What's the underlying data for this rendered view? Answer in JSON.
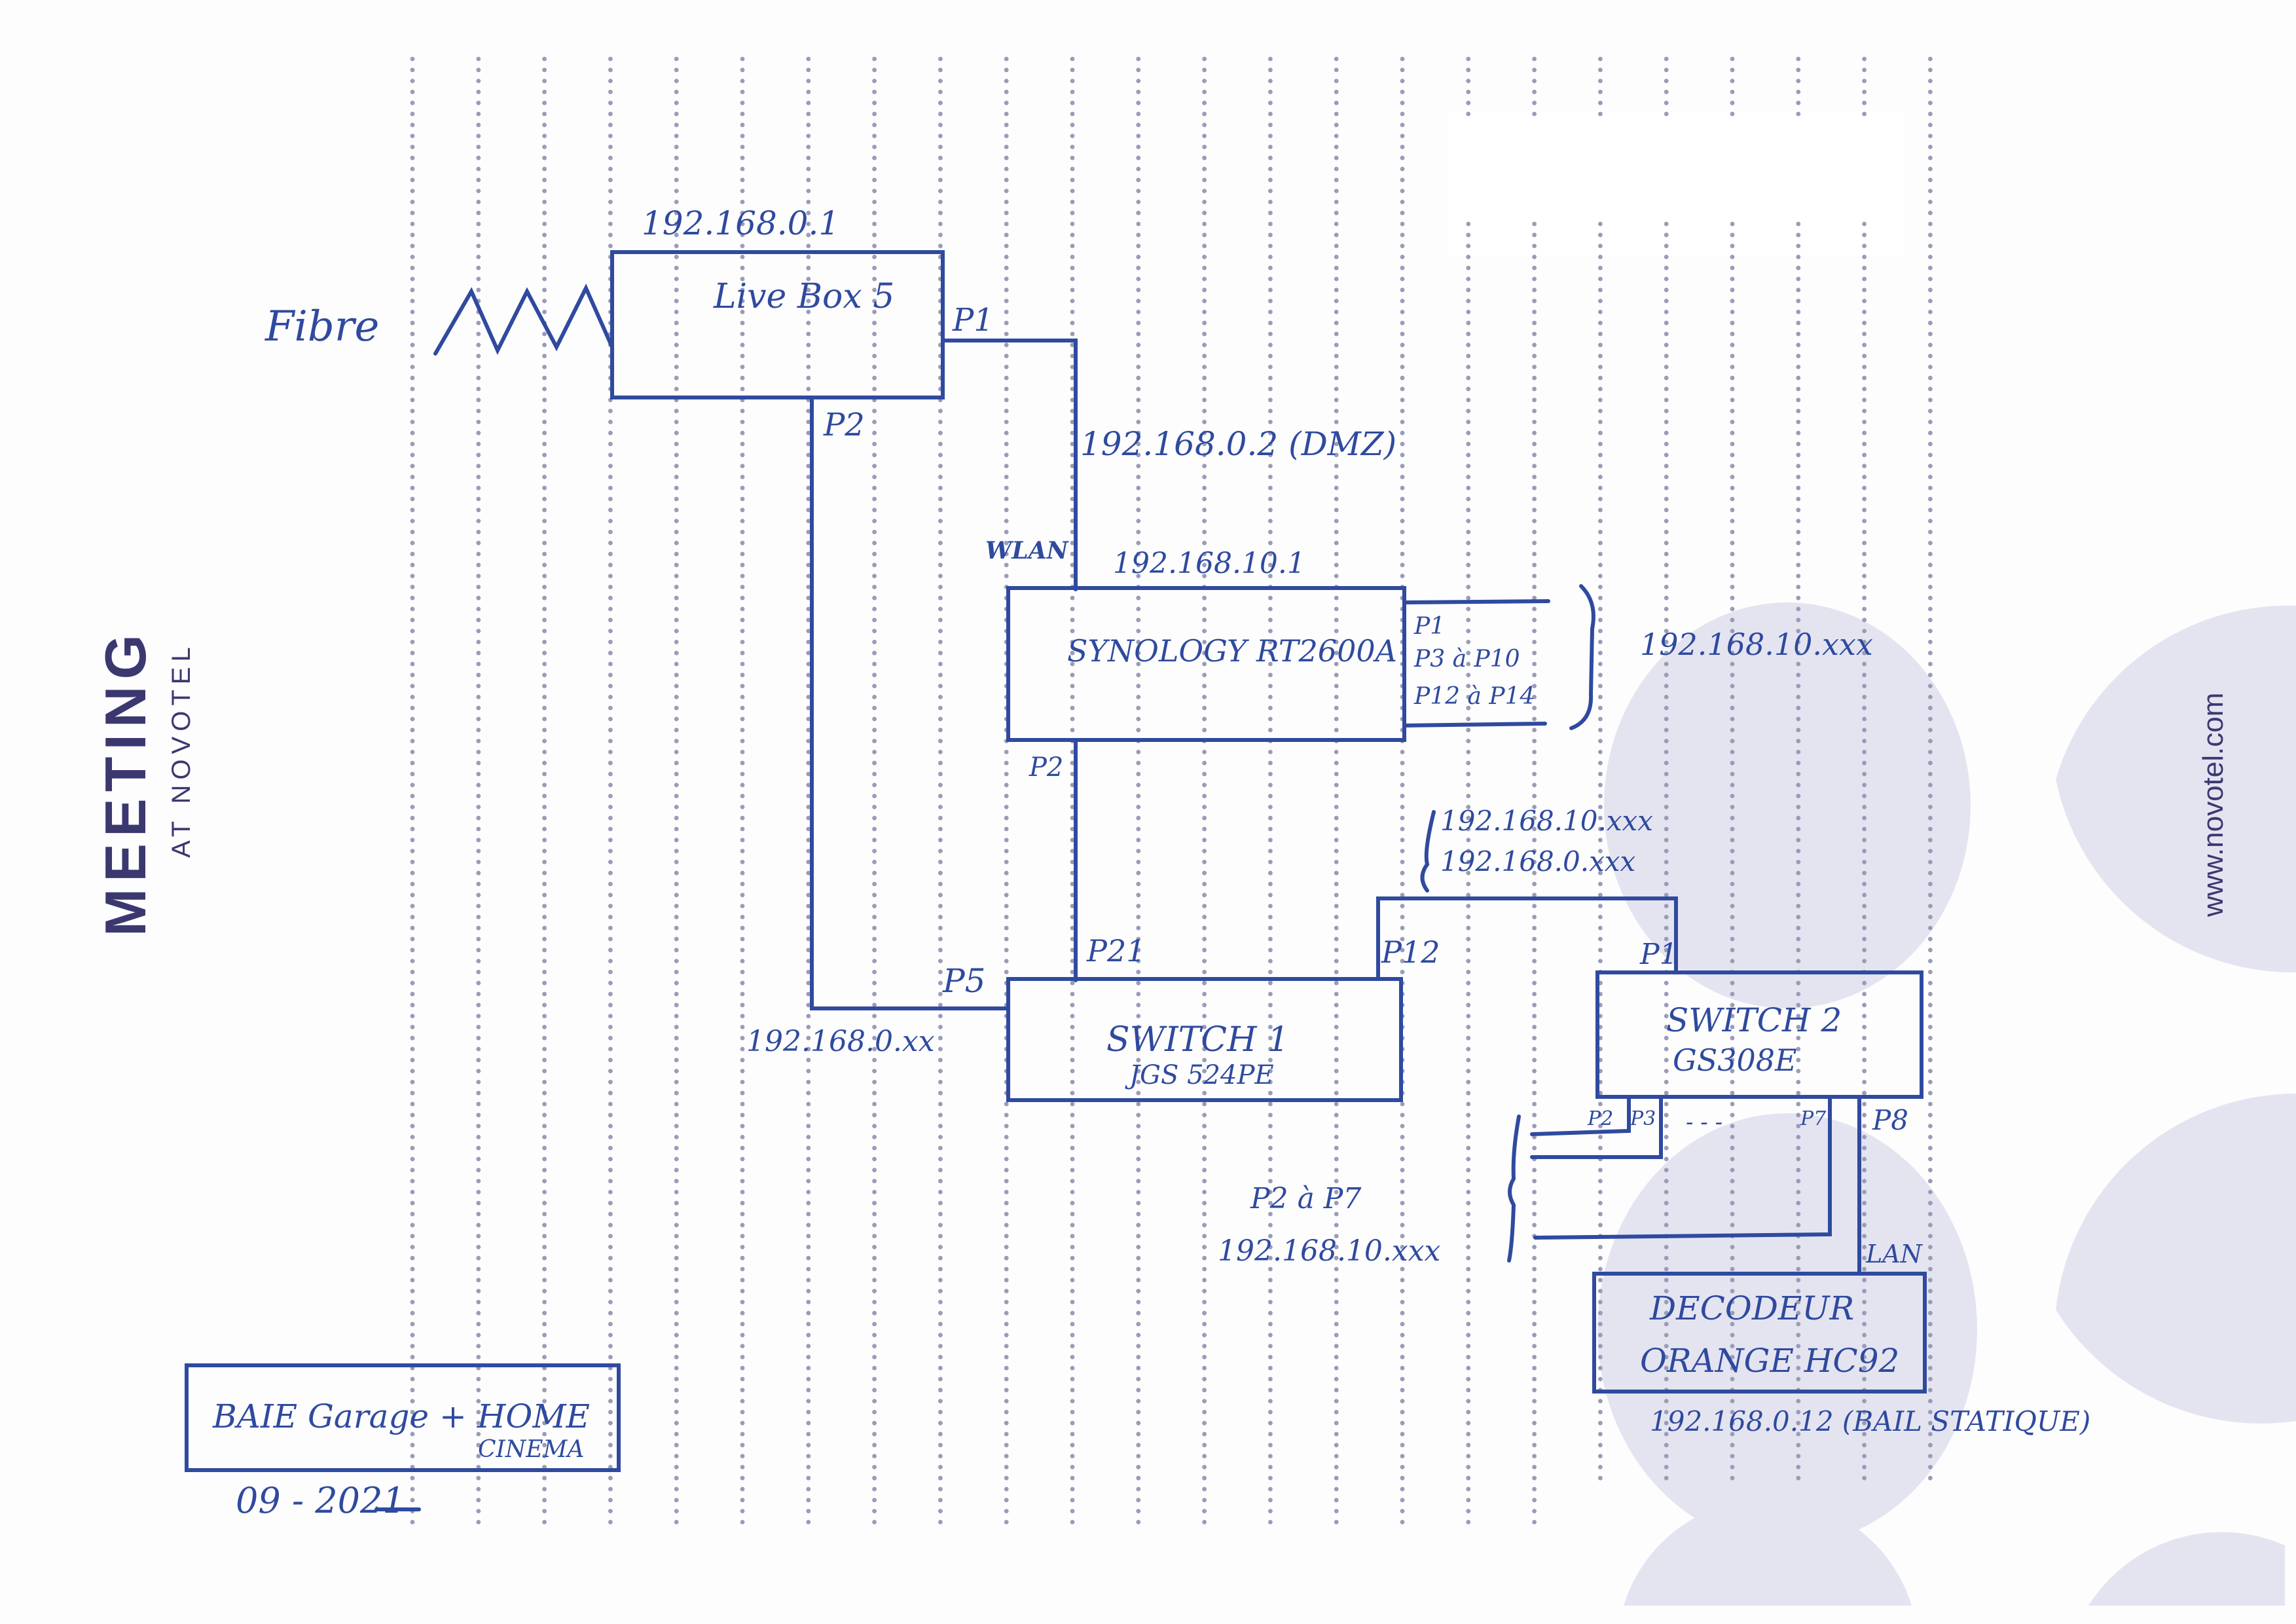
{
  "branding": {
    "meeting": "MEETING",
    "at_novotel": "AT NOVOTEL",
    "website": "www.novotel.com",
    "ink_color": "#2f4a9e",
    "brand_color": "#3b3870",
    "dot_color": "#9a9bb8",
    "circle_color": "#e4e4f1"
  },
  "diagram": {
    "fibre_label": "Fibre",
    "livebox": {
      "ip": "192.168.0.1",
      "name": "Live Box 5",
      "port_p1": "P1",
      "port_p2": "P2"
    },
    "dmz_link": {
      "ip": "192.168.0.2 (DMZ)",
      "wlan_label": "WLAN"
    },
    "synology": {
      "ip": "192.168.10.1",
      "name": "SYNOLOGY RT2600A",
      "ports": [
        "P1",
        "P3 à P10",
        "P12 à P14"
      ],
      "ports_subnet": "192.168.10.xxx",
      "port_bottom": "P2"
    },
    "switch1": {
      "name": "SWITCH 1",
      "model": "JGS 524PE",
      "port_p5": "P5",
      "port_p21": "P21",
      "port_p12": "P12",
      "p5_ip": "192.168.0.xx"
    },
    "trunk_subnets": [
      "192.168.10.xxx",
      "192.168.0.xxx"
    ],
    "switch2": {
      "name": "SWITCH 2",
      "model": "GS308E",
      "port_top": "P1",
      "ports_bottom": [
        "P2",
        "P3",
        "- - -",
        "P7",
        "P8"
      ],
      "range_label": "P2 à P7",
      "range_subnet": "192.168.10.xxx"
    },
    "decoder": {
      "link_label": "LAN",
      "line1": "DECODEUR",
      "line2": "ORANGE HC92",
      "ip": "192.168.0.12 (BAIL STATIQUE)"
    },
    "title_box": {
      "line1": "BAIE Garage + HOME",
      "line2": "CINEMA"
    },
    "date": "09 - 2021"
  }
}
